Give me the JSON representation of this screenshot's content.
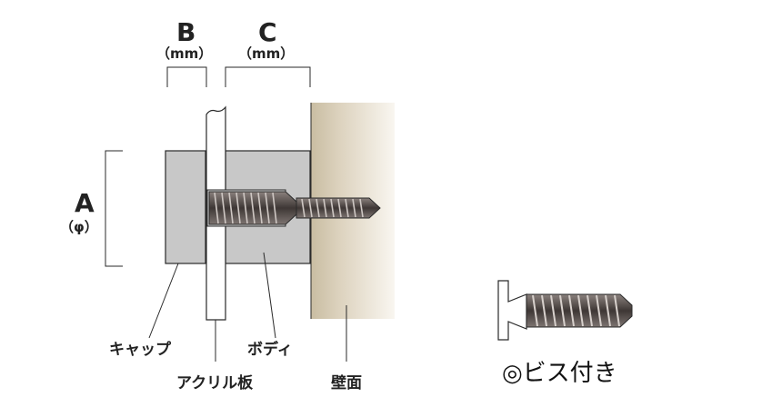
{
  "dimensions": {
    "a": {
      "letter": "A",
      "unit": "（φ）"
    },
    "b": {
      "letter": "B",
      "unit": "（mm）"
    },
    "c": {
      "letter": "C",
      "unit": "（mm）"
    }
  },
  "callouts": {
    "cap": "キャップ",
    "acrylic": "アクリル板",
    "body": "ボディ",
    "wall": "壁面"
  },
  "caption": "◎ビス付き",
  "colors": {
    "part_gray": "#c8c8c8",
    "outline": "#2a2a2a",
    "wall_light": "#f7f3ec",
    "wall_dark": "#c9bda2",
    "screw_dark": "#4a4342"
  }
}
